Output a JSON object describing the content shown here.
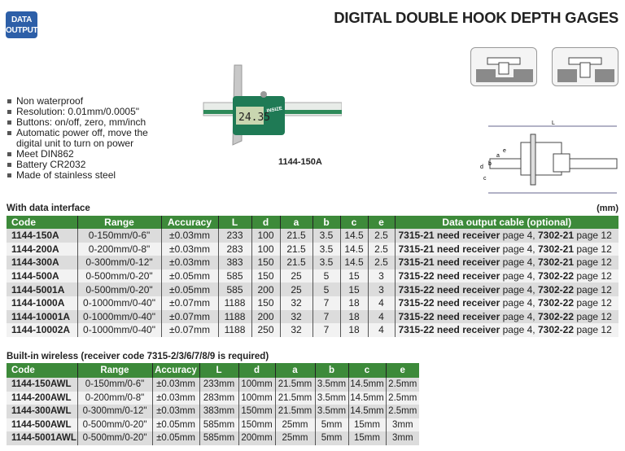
{
  "badge": {
    "line1": "DATA",
    "line2": "OUTPUT"
  },
  "title": "DIGITAL DOUBLE HOOK DEPTH GAGES",
  "features": [
    "Non waterproof",
    "Resolution: 0.01mm/0.0005\"",
    "Buttons: on/off, zero, mm/inch",
    "Automatic power off, move the digital unit to turn on power",
    "Meet DIN862",
    "Battery CR2032",
    "Made of stainless steel"
  ],
  "product": {
    "code": "1144-150A",
    "display": "24.35",
    "brand": "INSIZE"
  },
  "diagram": {
    "labels": [
      "L",
      "e",
      "a",
      "b",
      "d",
      "c"
    ]
  },
  "table1": {
    "label": "With data interface",
    "unit": "(mm)",
    "headers": [
      "Code",
      "Range",
      "Accuracy",
      "L",
      "d",
      "a",
      "b",
      "c",
      "e",
      "Data output cable (optional)"
    ],
    "rows": [
      [
        "1144-150A",
        "0-150mm/0-6\"",
        "±0.03mm",
        "233",
        "100",
        "21.5",
        "3.5",
        "14.5",
        "2.5",
        "7315-21 need receiver",
        " page 4, ",
        "7302-21",
        " page 12"
      ],
      [
        "1144-200A",
        "0-200mm/0-8\"",
        "±0.03mm",
        "283",
        "100",
        "21.5",
        "3.5",
        "14.5",
        "2.5",
        "7315-21 need receiver",
        " page 4, ",
        "7302-21",
        " page 12"
      ],
      [
        "1144-300A",
        "0-300mm/0-12\"",
        "±0.03mm",
        "383",
        "150",
        "21.5",
        "3.5",
        "14.5",
        "2.5",
        "7315-21 need receiver",
        " page 4, ",
        "7302-21",
        " page 12"
      ],
      [
        "1144-500A",
        "0-500mm/0-20\"",
        "±0.05mm",
        "585",
        "150",
        "25",
        "5",
        "15",
        "3",
        "7315-22 need receiver",
        " page 4, ",
        "7302-22",
        " page 12"
      ],
      [
        "1144-5001A",
        "0-500mm/0-20\"",
        "±0.05mm",
        "585",
        "200",
        "25",
        "5",
        "15",
        "3",
        "7315-22 need receiver",
        " page 4, ",
        "7302-22",
        " page 12"
      ],
      [
        "1144-1000A",
        "0-1000mm/0-40\"",
        "±0.07mm",
        "1188",
        "150",
        "32",
        "7",
        "18",
        "4",
        "7315-22 need receiver",
        " page 4, ",
        "7302-22",
        " page 12"
      ],
      [
        "1144-10001A",
        "0-1000mm/0-40\"",
        "±0.07mm",
        "1188",
        "200",
        "32",
        "7",
        "18",
        "4",
        "7315-22 need receiver",
        " page 4, ",
        "7302-22",
        " page 12"
      ],
      [
        "1144-10002A",
        "0-1000mm/0-40\"",
        "±0.07mm",
        "1188",
        "250",
        "32",
        "7",
        "18",
        "4",
        "7315-22 need receiver",
        " page 4, ",
        "7302-22",
        " page 12"
      ]
    ]
  },
  "table2": {
    "label": "Built-in wireless (receiver code 7315-2/3/6/7/8/9 is required)",
    "headers": [
      "Code",
      "Range",
      "Accuracy",
      "L",
      "d",
      "a",
      "b",
      "c",
      "e"
    ],
    "rows": [
      [
        "1144-150AWL",
        "0-150mm/0-6\"",
        "±0.03mm",
        "233mm",
        "100mm",
        "21.5mm",
        "3.5mm",
        "14.5mm",
        "2.5mm"
      ],
      [
        "1144-200AWL",
        "0-200mm/0-8\"",
        "±0.03mm",
        "283mm",
        "100mm",
        "21.5mm",
        "3.5mm",
        "14.5mm",
        "2.5mm"
      ],
      [
        "1144-300AWL",
        "0-300mm/0-12\"",
        "±0.03mm",
        "383mm",
        "150mm",
        "21.5mm",
        "3.5mm",
        "14.5mm",
        "2.5mm"
      ],
      [
        "1144-500AWL",
        "0-500mm/0-20\"",
        "±0.05mm",
        "585mm",
        "150mm",
        "25mm",
        "5mm",
        "15mm",
        "3mm"
      ],
      [
        "1144-5001AWL",
        "0-500mm/0-20\"",
        "±0.05mm",
        "585mm",
        "200mm",
        "25mm",
        "5mm",
        "15mm",
        "3mm"
      ]
    ]
  }
}
